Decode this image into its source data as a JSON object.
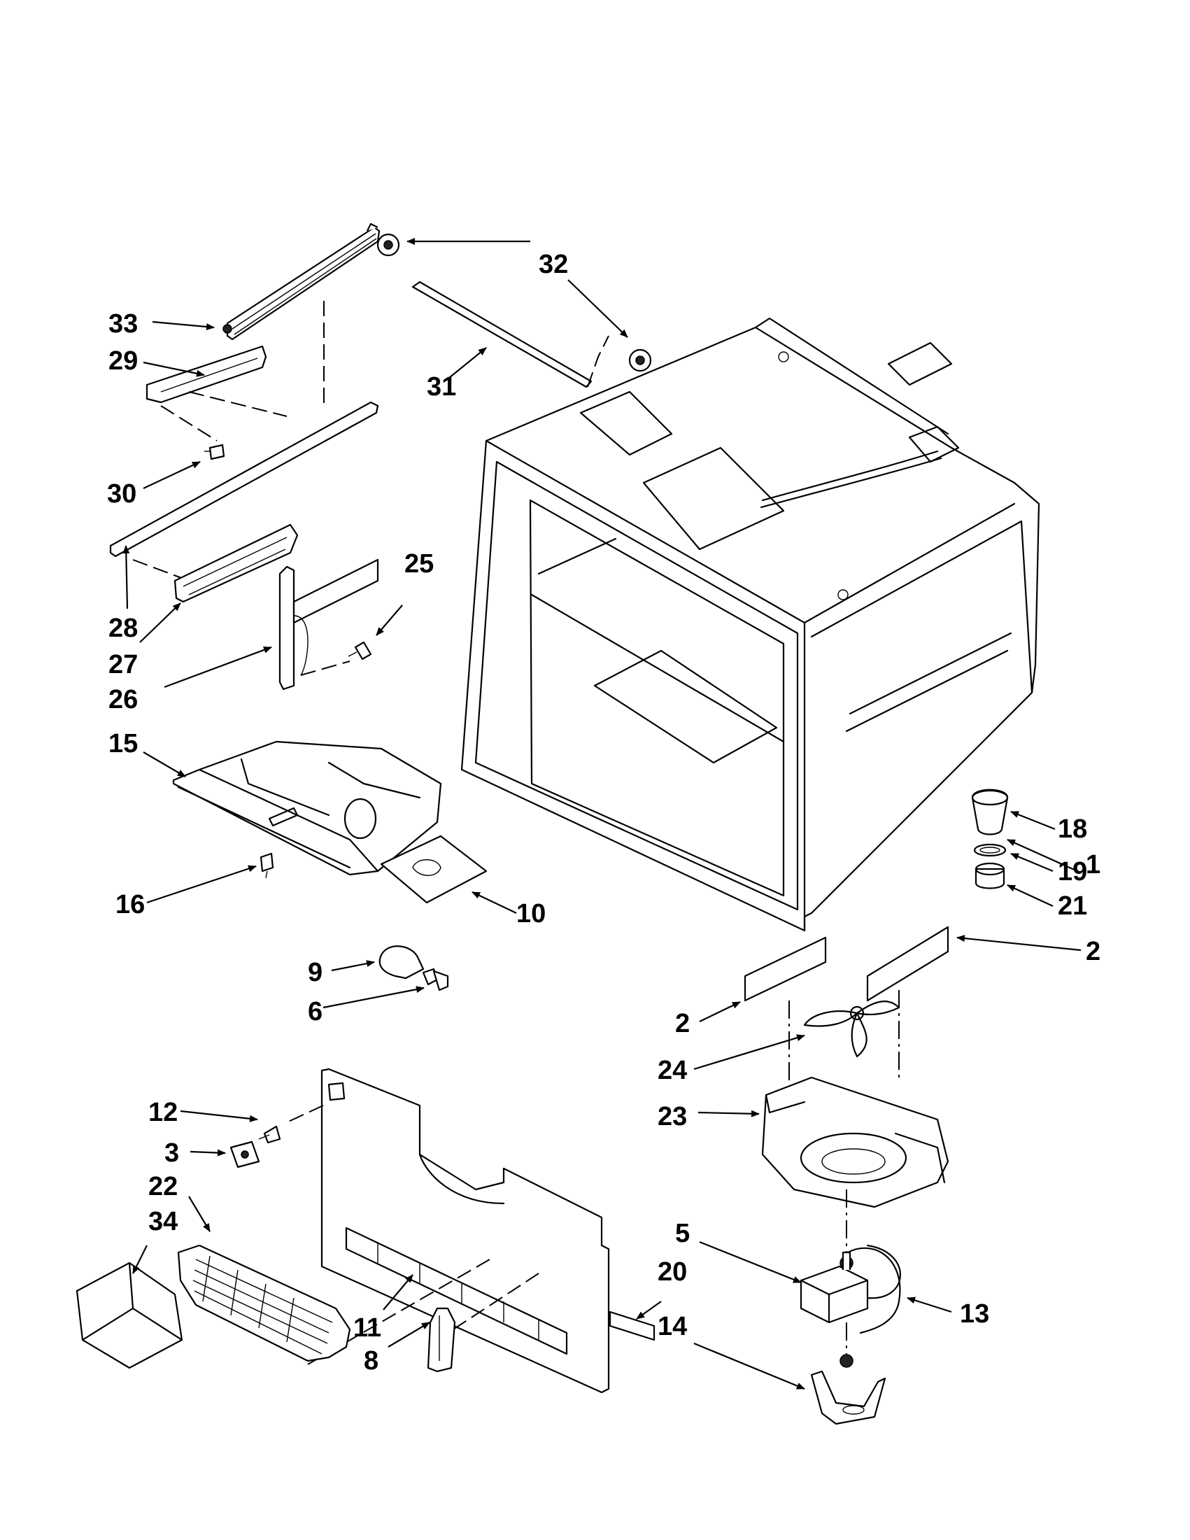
{
  "callouts": [
    {
      "id": "c1",
      "label": "1"
    },
    {
      "id": "c2a",
      "label": "2"
    },
    {
      "id": "c2b",
      "label": "2"
    },
    {
      "id": "c3",
      "label": "3"
    },
    {
      "id": "c5",
      "label": "5"
    },
    {
      "id": "c6",
      "label": "6"
    },
    {
      "id": "c8",
      "label": "8"
    },
    {
      "id": "c9",
      "label": "9"
    },
    {
      "id": "c10",
      "label": "10"
    },
    {
      "id": "c11",
      "label": "11"
    },
    {
      "id": "c12",
      "label": "12"
    },
    {
      "id": "c13",
      "label": "13"
    },
    {
      "id": "c14",
      "label": "14"
    },
    {
      "id": "c15",
      "label": "15"
    },
    {
      "id": "c16",
      "label": "16"
    },
    {
      "id": "c18",
      "label": "18"
    },
    {
      "id": "c19",
      "label": "19"
    },
    {
      "id": "c20",
      "label": "20"
    },
    {
      "id": "c21",
      "label": "21"
    },
    {
      "id": "c22",
      "label": "22"
    },
    {
      "id": "c23",
      "label": "23"
    },
    {
      "id": "c24",
      "label": "24"
    },
    {
      "id": "c25",
      "label": "25"
    },
    {
      "id": "c26",
      "label": "26"
    },
    {
      "id": "c27",
      "label": "27"
    },
    {
      "id": "c28",
      "label": "28"
    },
    {
      "id": "c29",
      "label": "29"
    },
    {
      "id": "c30",
      "label": "30"
    },
    {
      "id": "c31",
      "label": "31"
    },
    {
      "id": "c32",
      "label": "32"
    },
    {
      "id": "c33",
      "label": "33"
    },
    {
      "id": "c34",
      "label": "34"
    }
  ]
}
